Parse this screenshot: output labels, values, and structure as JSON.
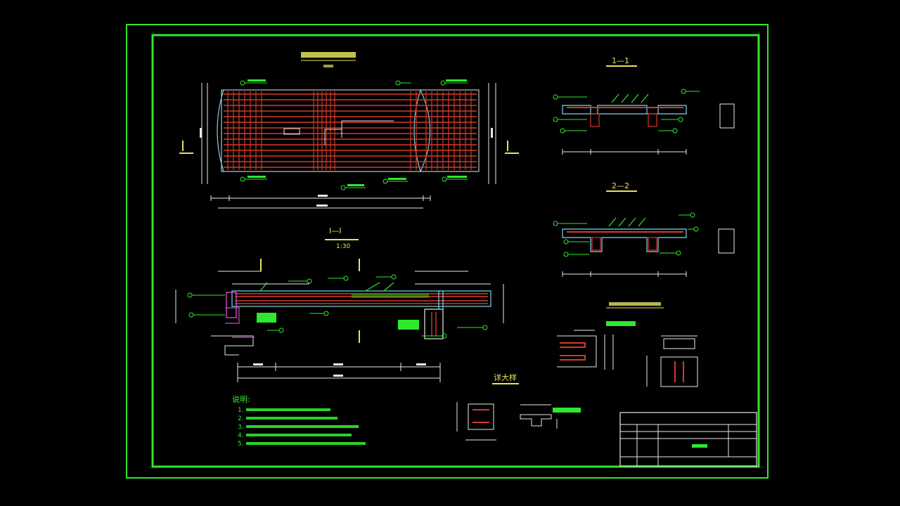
{
  "colors": {
    "background": "#000000",
    "frame": "#2ee82e",
    "rebar": "#d43a2a",
    "dimension": "#e8e8e8",
    "annotation": "#2ee82e",
    "title_text": "#e6e35a",
    "concrete_outline": "#7fd6e8",
    "magenta": "#c84ac8"
  },
  "section_marks": {
    "plan_left": "I",
    "plan_right": "I",
    "section_1_title": "1—1",
    "section_2_title": "2—2",
    "section_main_title": "I—I",
    "section_main_scale": "1:30"
  },
  "detail_title": "详大样",
  "notes": {
    "heading": "说明:",
    "items": [
      "1.",
      "2.",
      "3.",
      "4.",
      "5."
    ]
  },
  "title_block": {
    "drawing_name": ""
  },
  "icons": {
    "section_cut": "section-cut-icon",
    "dimension_tick": "dimension-tick-icon"
  }
}
